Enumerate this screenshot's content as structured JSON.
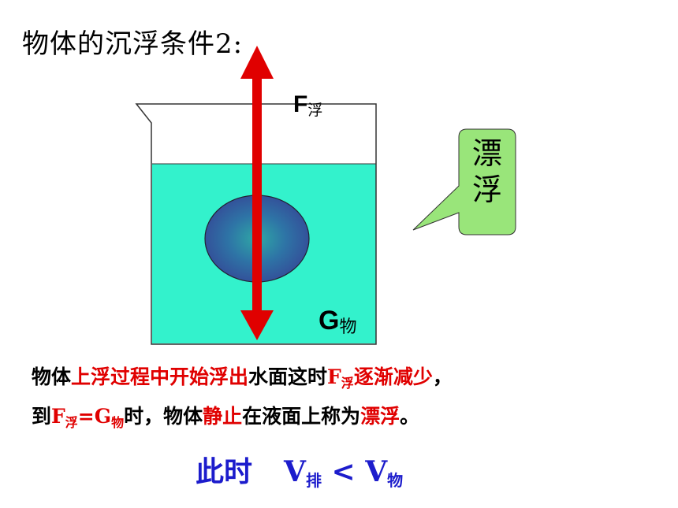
{
  "title": "物体的沉浮条件2:",
  "diagram": {
    "force_up": {
      "symbol": "F",
      "subscript": "浮"
    },
    "force_down": {
      "symbol": "G",
      "subscript": "物"
    },
    "callout": [
      "漂",
      "浮"
    ],
    "colors": {
      "water": "#33f2cc",
      "object": "#3a66a8",
      "arrow": "#e00000",
      "callout": "#99e57a"
    }
  },
  "description": {
    "line1": [
      {
        "text": "物体",
        "style": "normal"
      },
      {
        "text": "上浮过程中开始浮出",
        "style": "red"
      },
      {
        "text": "水面这时",
        "style": "normal"
      },
      {
        "text": "F",
        "style": "red-sym"
      },
      {
        "text": "浮",
        "style": "red-sub"
      },
      {
        "text": "逐渐减少",
        "style": "red"
      },
      {
        "text": "，",
        "style": "normal"
      }
    ],
    "line2": [
      {
        "text": "到",
        "style": "normal"
      },
      {
        "text": "F",
        "style": "red-sym"
      },
      {
        "text": "浮",
        "style": "red-sub"
      },
      {
        "text": "=G",
        "style": "red-sym"
      },
      {
        "text": "物",
        "style": "red-sub"
      },
      {
        "text": "时，物体",
        "style": "normal"
      },
      {
        "text": "静止",
        "style": "red"
      },
      {
        "text": "在液面上称为",
        "style": "normal"
      },
      {
        "text": "漂浮",
        "style": "red"
      },
      {
        "text": "。",
        "style": "normal"
      }
    ]
  },
  "conclusion": {
    "prefix": "此时",
    "left_var": "V",
    "left_sub": "排",
    "operator": " < ",
    "right_var": "V",
    "right_sub": "物"
  }
}
